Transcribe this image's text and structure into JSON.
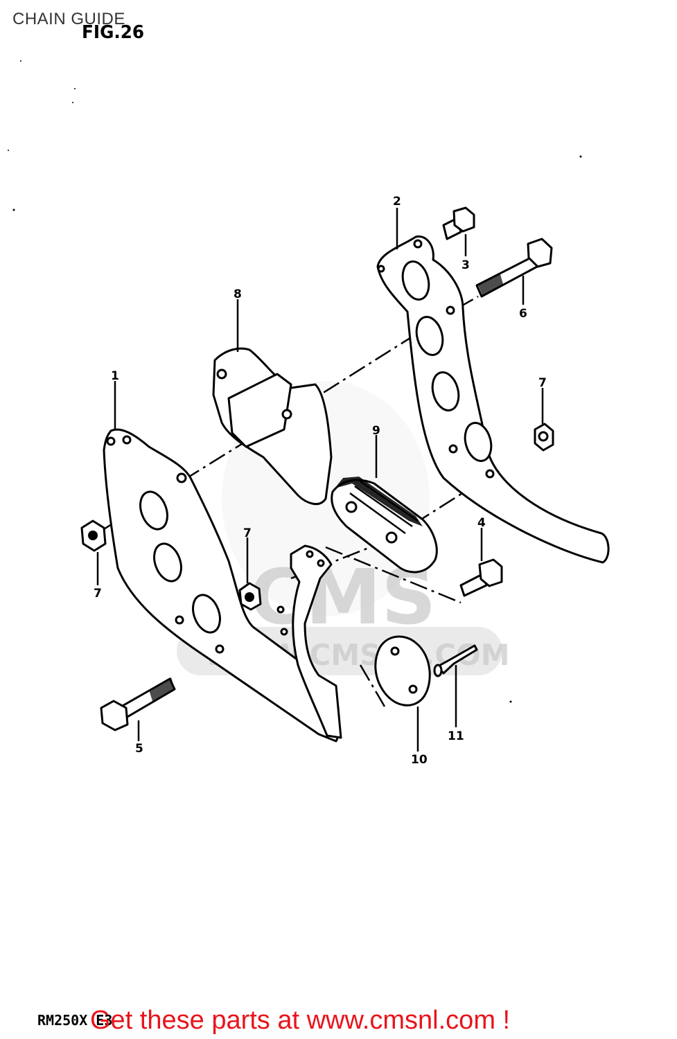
{
  "header": {
    "title": "CHAIN GUIDE",
    "figure_label": "FIG.26"
  },
  "callouts": [
    {
      "id": "1",
      "label": "1"
    },
    {
      "id": "2",
      "label": "2"
    },
    {
      "id": "3",
      "label": "3"
    },
    {
      "id": "4",
      "label": "4"
    },
    {
      "id": "5",
      "label": "5"
    },
    {
      "id": "6",
      "label": "6"
    },
    {
      "id": "7a",
      "label": "7"
    },
    {
      "id": "7b",
      "label": "7"
    },
    {
      "id": "7c",
      "label": "7"
    },
    {
      "id": "8",
      "label": "8"
    },
    {
      "id": "9",
      "label": "9"
    },
    {
      "id": "10",
      "label": "10"
    },
    {
      "id": "11",
      "label": "11"
    }
  ],
  "watermark": {
    "text": "CMS",
    "url": "WWW.CMSNL.COM"
  },
  "footer": {
    "model_code": "RM250X E3",
    "link_text": "Get these parts at www.cmsnl.com !"
  },
  "colors": {
    "link": "#e8141c",
    "ink": "#000000",
    "watermark": "#d9d9d9"
  }
}
